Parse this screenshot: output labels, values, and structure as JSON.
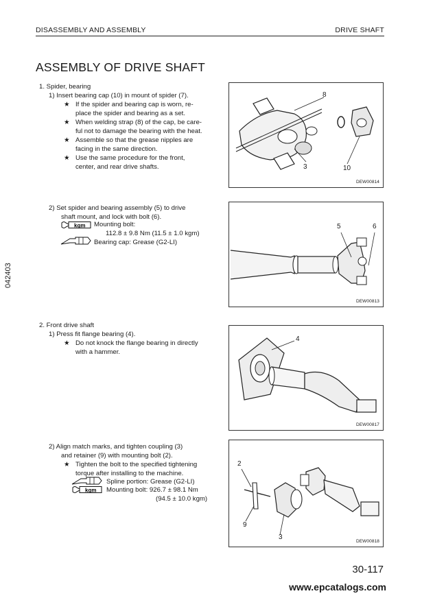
{
  "header": {
    "section": "DISASSEMBLY AND ASSEMBLY",
    "topic": "DRIVE SHAFT"
  },
  "title": "ASSEMBLY OF DRIVE SHAFT",
  "side_code": "042403",
  "step1": {
    "heading": "1.  Spider, bearing",
    "sub1": "1)  Insert bearing cap (10) in mount of spider (7).",
    "notes": [
      [
        "If the spider and bearing cap is worn, re-",
        "place the spider and bearing as a set."
      ],
      [
        "When welding strap (8) of the cap, be care-",
        "ful not to damage the bearing with the heat."
      ],
      [
        "Assemble so that the grease nipples are",
        "facing in the same direction."
      ],
      [
        "Use the same procedure for the front,",
        "center, and rear drive shafts."
      ]
    ],
    "sub2": [
      "2)  Set spider and bearing assembly (5) to drive",
      "shaft mount, and lock with bolt (6)."
    ],
    "bolt_label": "Mounting bolt:",
    "bolt_value": "112.8 ± 9.8 Nm (11.5 ± 1.0 kgm)",
    "grease": "Bearing cap: Grease (G2-LI)"
  },
  "step2": {
    "heading": "2.  Front drive shaft",
    "sub1": "1)  Press fit flange bearing (4).",
    "note1": [
      "Do not knock the flange bearing in directly",
      "with a hammer."
    ],
    "sub2": [
      "2)  Align match marks, and tighten coupling (3)",
      "and retainer (9) with mounting bolt (2)."
    ],
    "note2": [
      "Tighten the bolt to the specified tightening",
      "torque after installing to the machine."
    ],
    "spline": "Spline portion: Grease (G2-LI)",
    "bolt2": "Mounting bolt: 926.7 ± 98.1 Nm",
    "bolt2_kgm": "(94.5 ± 10.0 kgm)"
  },
  "figures": [
    {
      "code": "DEW00814",
      "callouts": [
        "8",
        "3",
        "10"
      ]
    },
    {
      "code": "DEW00813",
      "callouts": [
        "5",
        "6"
      ]
    },
    {
      "code": "DEW00817",
      "callouts": [
        "4"
      ]
    },
    {
      "code": "DEW00818",
      "callouts": [
        "2",
        "9",
        "3"
      ]
    }
  ],
  "symbols": {
    "torque_badge": "kgm",
    "star": "★"
  },
  "page_number": "30-117",
  "footer_url": "www.epcatalogs.com"
}
